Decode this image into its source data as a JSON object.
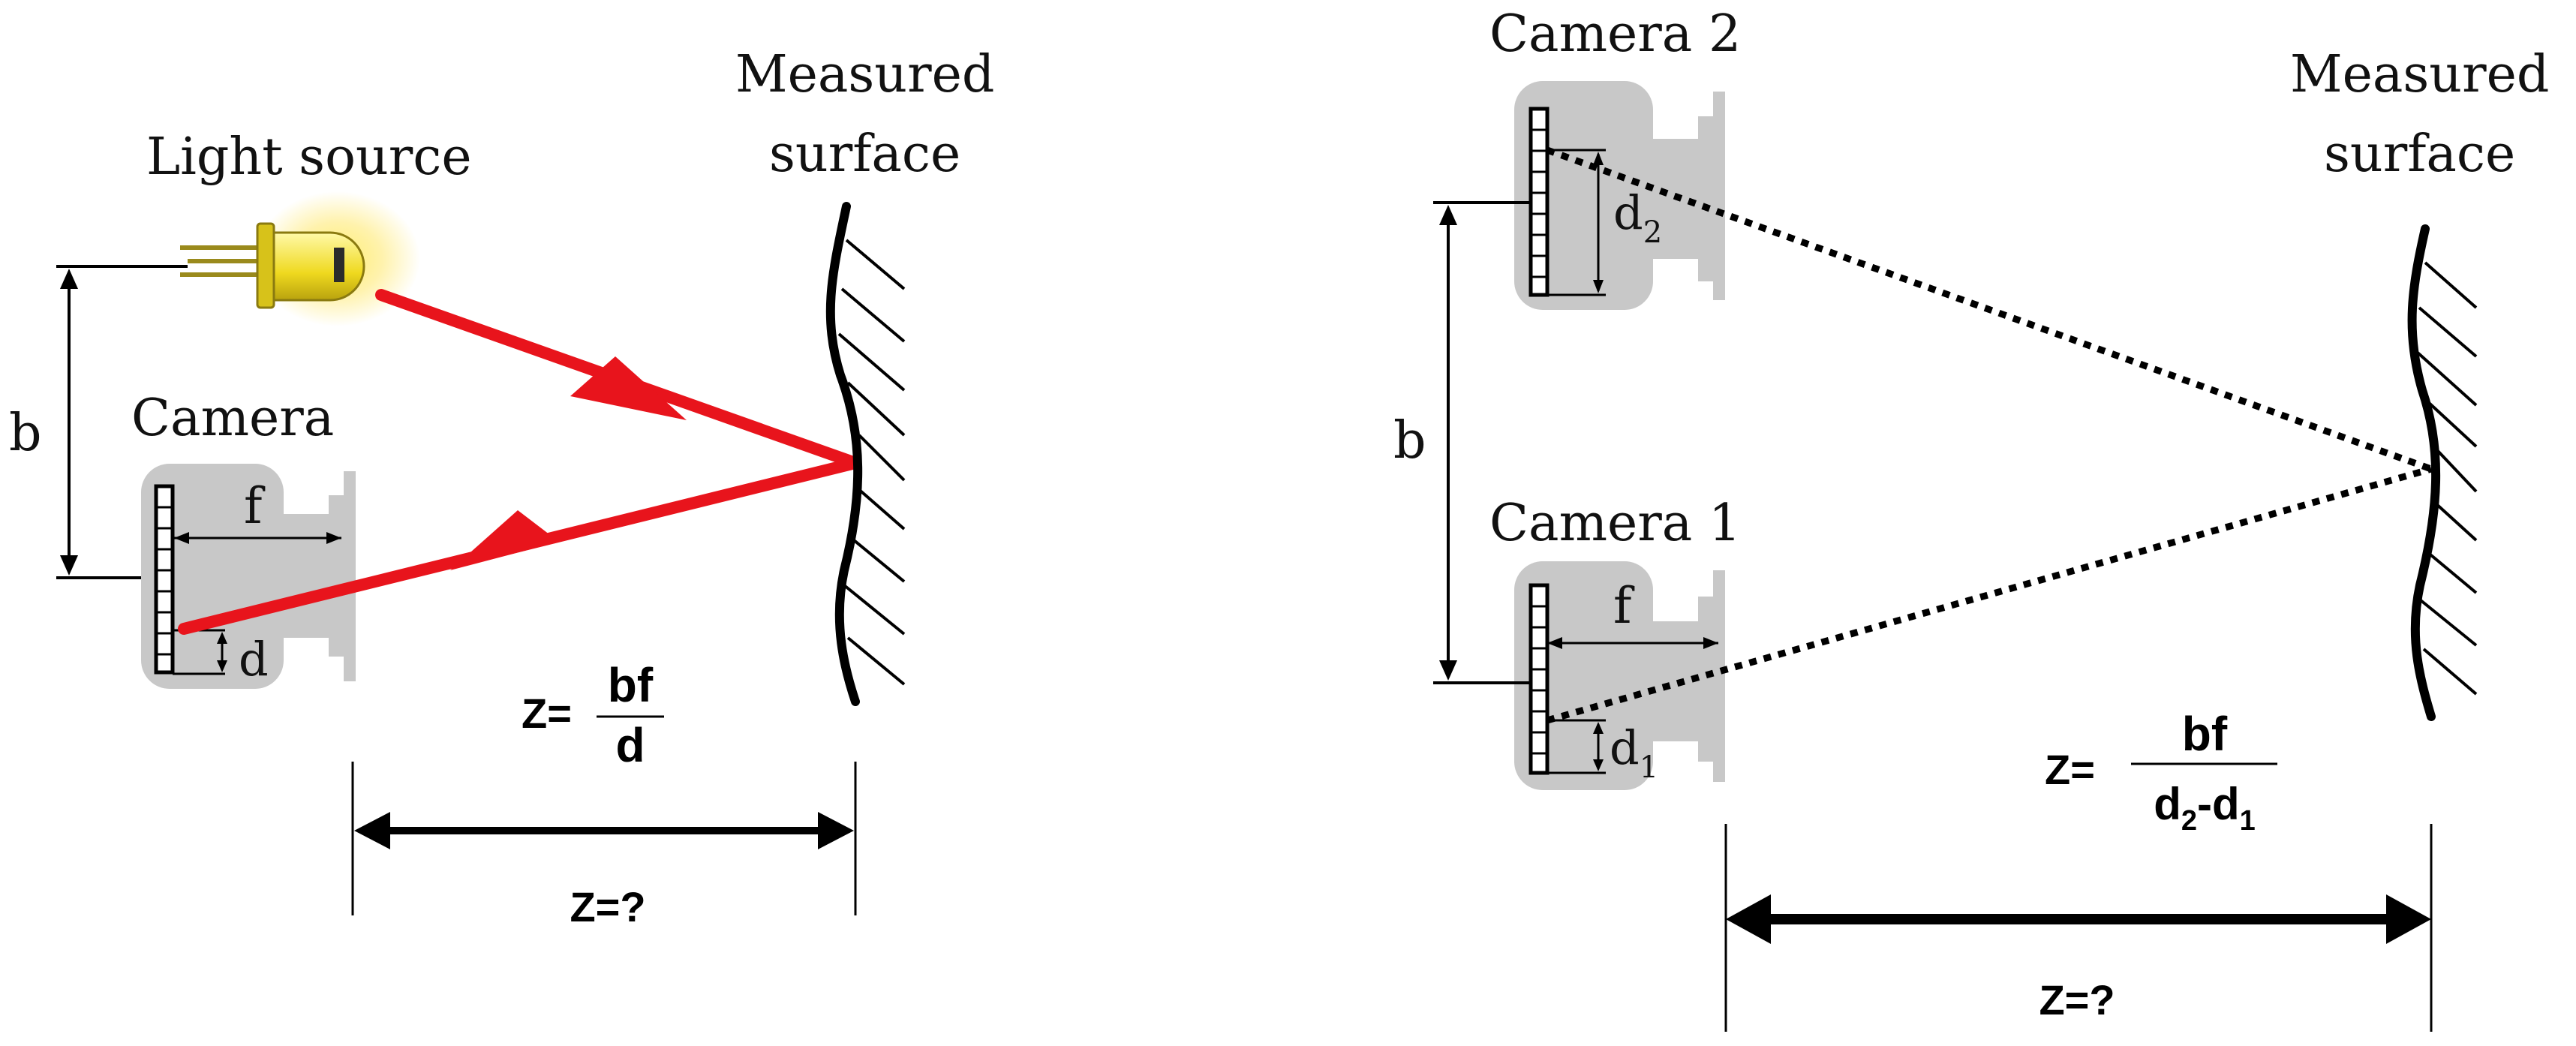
{
  "left_panel": {
    "light_source_label": "Light source",
    "measured_surface_label": [
      "Measured",
      "surface"
    ],
    "camera_label": "Camera",
    "baseline_label": "b",
    "focal_label": "f",
    "disparity_label": "d",
    "formula": {
      "lhs": "Z=",
      "numerator": "bf",
      "denominator": "d"
    },
    "distance_label": "Z=?"
  },
  "right_panel": {
    "camera2_label": "Camera 2",
    "camera1_label": "Camera 1",
    "measured_surface_label": [
      "Measured",
      "surface"
    ],
    "baseline_label": "b",
    "focal_label": "f",
    "disparity2_label": {
      "base": "d",
      "sub": "2"
    },
    "disparity1_label": {
      "base": "d",
      "sub": "1"
    },
    "formula": {
      "lhs": "Z=",
      "numerator": "bf",
      "den_a": "d",
      "den_a_sub": "2",
      "den_sep": "-",
      "den_b": "d",
      "den_b_sub": "1"
    },
    "distance_label": "Z=?"
  },
  "colors": {
    "laser": "#e8141c",
    "camera_body": "#c9c9c9",
    "led": "#f2e12a",
    "ink": "#000000"
  }
}
